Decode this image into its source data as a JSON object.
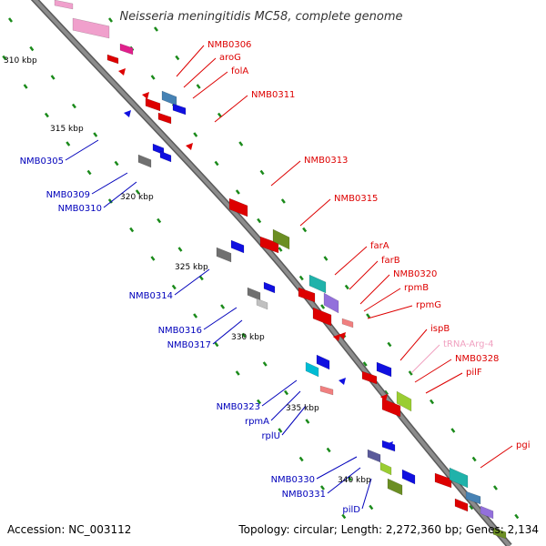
{
  "title": "Neisseria meningitidis MC58, complete genome",
  "footer": {
    "accession": "Accession: NC_003112",
    "topology": "Topology: circular; Length: 2,272,360 bp; Genes: 2,134"
  },
  "colors": {
    "forward_label": "#dd0000",
    "reverse_label": "#0000bb",
    "rna_label": "#f0a0c0",
    "backbone": "#8c8c8c",
    "tick": "#1a8a1a"
  },
  "ticks": [
    "310 kbp",
    "315 kbp",
    "320 kbp",
    "325 kbp",
    "330 kbp",
    "335 kbp",
    "340 kbp"
  ],
  "forward_labels": [
    "NMB0306",
    "aroG",
    "folA",
    "NMB0311",
    "NMB0313",
    "NMB0315",
    "farA",
    "farB",
    "NMB0320",
    "rpmB",
    "rpmG",
    "ispB",
    "tRNA-Arg-4",
    "NMB0328",
    "pilF",
    "pgi"
  ],
  "reverse_labels": [
    "NMB0305",
    "NMB0309",
    "NMB0310",
    "NMB0314",
    "NMB0316",
    "NMB0317",
    "NMB0323",
    "rpmA",
    "rplU",
    "NMB0330",
    "NMB0331",
    "pilD"
  ]
}
